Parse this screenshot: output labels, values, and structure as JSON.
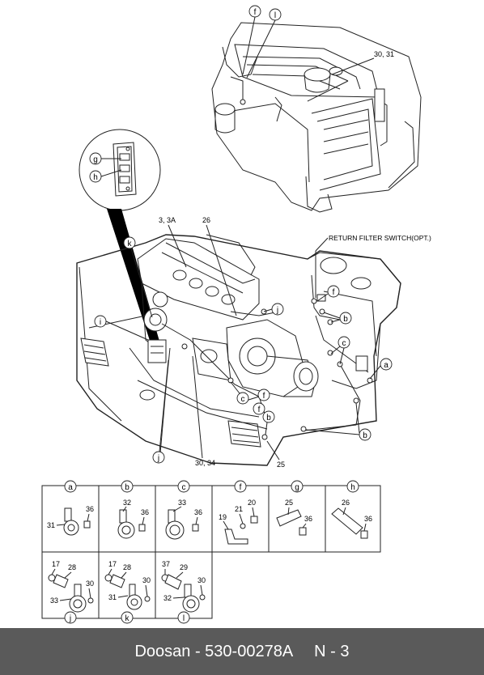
{
  "footer": {
    "brand_part": "Doosan - 530-00278A",
    "page": "N - 3"
  },
  "callouts": {
    "f": "f",
    "l": "l",
    "k": "k",
    "i": "i",
    "j": "j",
    "g": "g",
    "h": "h",
    "a": "a",
    "b": "b",
    "c": "c"
  },
  "part_labels": {
    "p30_31": "30, 31",
    "p3_3a": "3, 3A",
    "p26": "26",
    "p30_34": "30, 34",
    "p25": "25",
    "return_filter": "RETURN FILTER SWITCH(OPT.)"
  },
  "detail_table": {
    "cells": [
      {
        "letter": "a",
        "parts": [
          "31",
          "36"
        ]
      },
      {
        "letter": "b",
        "parts": [
          "32",
          "36"
        ]
      },
      {
        "letter": "c",
        "parts": [
          "33",
          "36"
        ]
      },
      {
        "letter": "f",
        "parts": [
          "19",
          "21",
          "20"
        ]
      },
      {
        "letter": "g",
        "parts": [
          "25",
          "36"
        ]
      },
      {
        "letter": "h",
        "parts": [
          "26",
          "36"
        ]
      },
      {
        "letter": "j",
        "parts": [
          "17",
          "28",
          "30",
          "33"
        ]
      },
      {
        "letter": "k",
        "parts": [
          "17",
          "28",
          "30",
          "31"
        ]
      },
      {
        "letter": "l",
        "parts": [
          "37",
          "29",
          "30",
          "32"
        ]
      }
    ]
  }
}
